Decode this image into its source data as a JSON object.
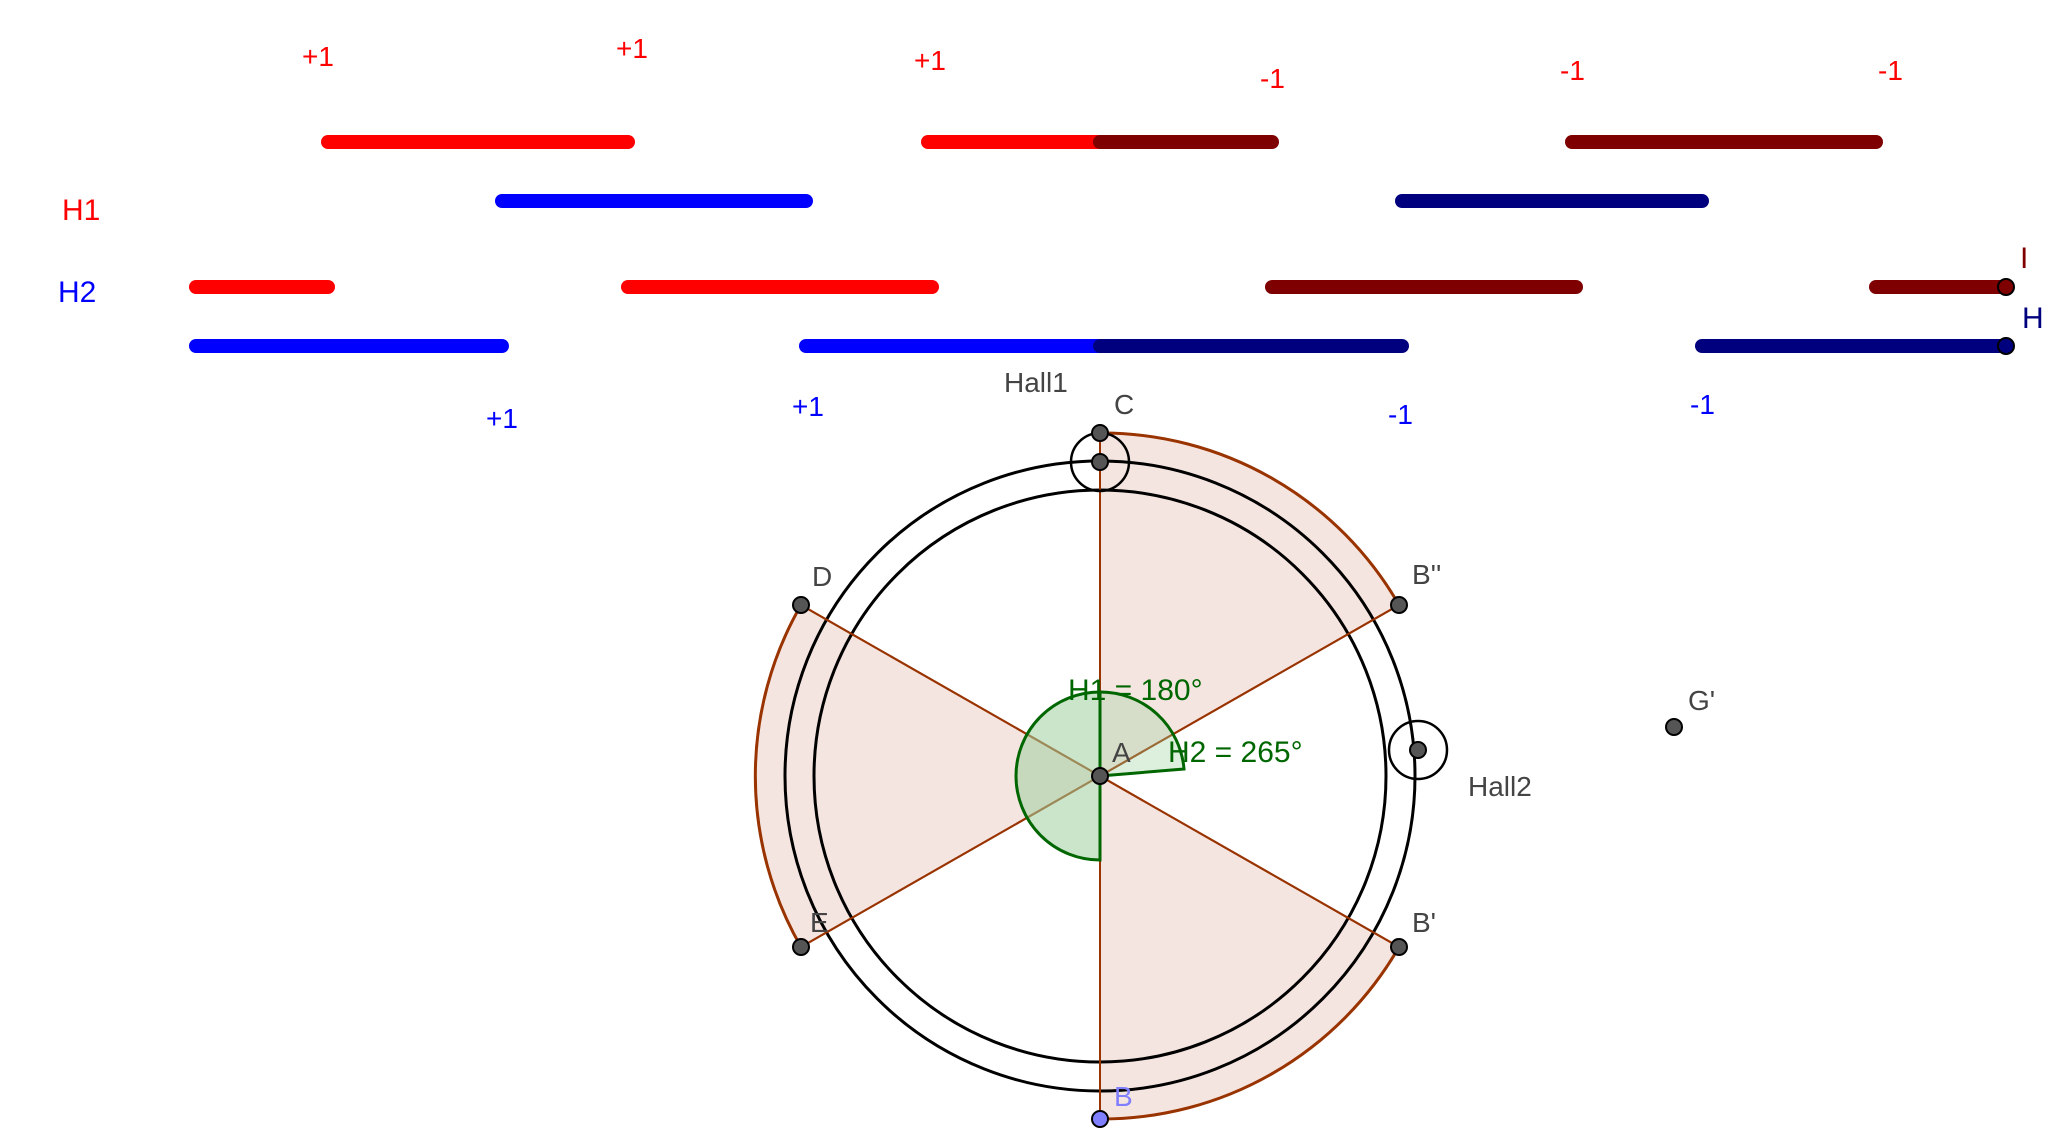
{
  "colors": {
    "red": "#ff0000",
    "dark_red": "#7f0000",
    "blue": "#0000ff",
    "dark_blue": "#00007f",
    "sector_fill": "#f5e5e0",
    "sector_stroke": "#993300",
    "angle_green": "#006600",
    "angle_fill": "#9fd09f",
    "point_fill": "#555555",
    "point_b_fill": "#8080ff",
    "label_gray": "#444444"
  },
  "top_labels": [
    "+1",
    "+1",
    "+1",
    "-1",
    "-1",
    "-1"
  ],
  "row_labels": {
    "h1": "H1",
    "h2": "H2"
  },
  "bottom_labels": [
    "+1",
    "+1",
    "-1",
    "-1"
  ],
  "end_labels": {
    "i": "I",
    "h": "H"
  },
  "sensor_labels": {
    "hall1": "Hall1",
    "hall2": "Hall2"
  },
  "points": {
    "a": "A",
    "b": "B",
    "c": "C",
    "d": "D",
    "e": "E",
    "b_prime": "B'",
    "b_double_prime": "B''",
    "g_prime": "G'"
  },
  "angles": {
    "h1": "H1 = 180°",
    "h2": "H2 = 265°"
  }
}
